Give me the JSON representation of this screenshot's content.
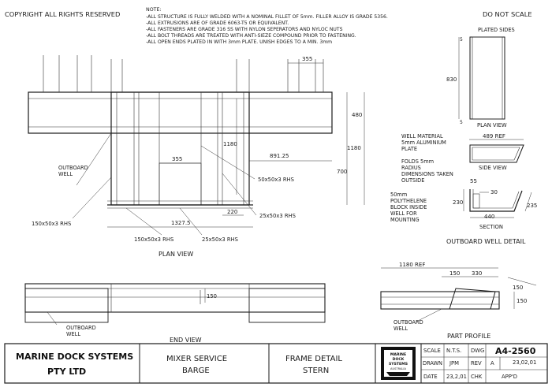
{
  "header": {
    "copyright": "COPYRIGHT ALL RIGHTS RESERVED",
    "do_not_scale": "DO NOT SCALE",
    "note_label": "NOTE:",
    "notes": [
      "-ALL STRUCTURE IS FULLY WELDED WITH A NOMINAL FILLET OF 5mm. FILLER ALLOY IS GRADE 5356.",
      "-ALL EXTRUSIONS ARE OF GRADE 6063-T5 OR EQUIVALENT.",
      "-ALL FASTENERS ARE GRADE 316 SS WITH NYLON SEPERATORS AND NYLOC NUTS",
      "-ALL BOLT THREADS ARE TREATED WITH ANTI-SIEZE COMPOUND PRIOR TO FASTENING.",
      "-ALL OPEN ENDS PLATED IN WITH 3mm PLATE. UNISH EDGES TO A MIN. 3mm"
    ]
  },
  "plan_view": {
    "title": "PLAN VIEW",
    "dims": {
      "d355_top": "355",
      "d480": "480",
      "d1180_inner": "1180",
      "d1180_outer": "1180",
      "d700": "700",
      "d891": "891.25",
      "d355_mid": "355",
      "d1327": "1327.5",
      "d220": "220"
    },
    "labels": {
      "outboard_well": [
        "OUTBOARD",
        "WELL"
      ],
      "rhs_150_left": "150x50x3 RHS",
      "rhs_50_mid": "50x50x3 RHS",
      "rhs_25_right": "25x50x3 RHS",
      "rhs_150_bottom": "150x50x3 RHS",
      "rhs_25_bottom": "25x50x3 RHS"
    }
  },
  "plated_sides": {
    "title": "PLATED SIDES",
    "d5_top": "5",
    "d830": "830",
    "d5_bottom": "5",
    "view": "PLAN VIEW"
  },
  "well_detail": {
    "notes": [
      [
        "WELL MATERIAL",
        "5mm ALUMINIUM",
        "PLATE"
      ],
      [
        "FOLDS 5mm",
        "RADIUS",
        "DIMENSIONS TAKEN",
        "OUTSIDE"
      ],
      [
        "50mm",
        "POLYTHELENE",
        "BLOCK INSIDE",
        "WELL FOR",
        "MOUNTING"
      ]
    ],
    "d489": "489 REF",
    "side_view": "SIDE VIEW",
    "d55": "55",
    "d30": "30",
    "d230": "230",
    "d440": "440",
    "d235": "235",
    "section": "SECTION",
    "title": "OUTBOARD WELL DETAIL"
  },
  "end_view": {
    "title": "END VIEW",
    "d150": "150",
    "labels": [
      "OUTBOARD",
      "WELL"
    ]
  },
  "part_profile": {
    "d1180ref": "1180 REF",
    "d150a": "150",
    "d330": "330",
    "d150b": "150",
    "d150c": "150",
    "labels": [
      "OUTBOARD",
      "WELL"
    ],
    "title": "PART PROFILE"
  },
  "title_block": {
    "company": [
      "MARINE DOCK SYSTEMS",
      "PTY LTD"
    ],
    "project": [
      "MIXER SERVICE",
      "BARGE"
    ],
    "drawing": [
      "FRAME DETAIL",
      "STERN"
    ],
    "logo": [
      "MARINE",
      "DOCK",
      "SYSTEMS",
      "AUSTRALIA"
    ],
    "scale_label": "SCALE",
    "scale": "N.T.S.",
    "dwg_label": "DWG",
    "dwg": "A4-2560",
    "drawn_label": "DRAWN",
    "drawn": "JPM",
    "rev_label": "REV",
    "rev": "A",
    "rev_date": "23,02,01",
    "date_label": "DATE",
    "date": "23,2,01",
    "chk_label": "CHK",
    "appd_label": "APP'D"
  }
}
